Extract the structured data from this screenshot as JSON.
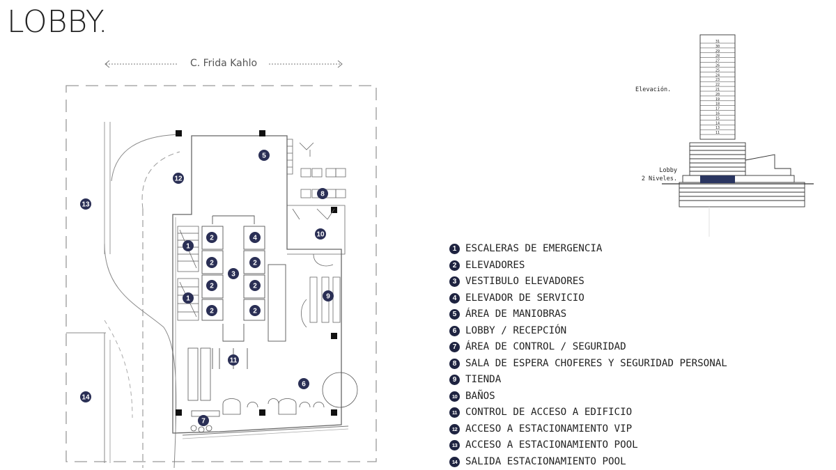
{
  "title": "LOBBY.",
  "street": {
    "label": "C. Frida Kahlo"
  },
  "elevation": {
    "label": "Elevación.",
    "lobby_line1": "Lobby",
    "lobby_line2": "2 Niveles.",
    "floors": [
      "31",
      "30",
      "29",
      "28",
      "27",
      "26",
      "25",
      "24",
      "23",
      "22",
      "21",
      "20",
      "19",
      "18",
      "17",
      "16",
      "15",
      "14",
      "13",
      "11"
    ]
  },
  "plan_markers": [
    {
      "num": "1"
    },
    {
      "num": "1"
    },
    {
      "num": "2"
    },
    {
      "num": "2"
    },
    {
      "num": "2"
    },
    {
      "num": "2"
    },
    {
      "num": "2"
    },
    {
      "num": "2"
    },
    {
      "num": "2"
    },
    {
      "num": "3"
    },
    {
      "num": "4"
    },
    {
      "num": "5"
    },
    {
      "num": "6"
    },
    {
      "num": "7"
    },
    {
      "num": "8"
    },
    {
      "num": "9"
    },
    {
      "num": "10"
    },
    {
      "num": "11"
    },
    {
      "num": "12"
    },
    {
      "num": "13"
    },
    {
      "num": "14"
    }
  ],
  "legend": [
    {
      "num": "1",
      "text": "ESCALERAS DE EMERGENCIA"
    },
    {
      "num": "2",
      "text": "ELEVADORES"
    },
    {
      "num": "3",
      "text": "VESTIBULO ELEVADORES"
    },
    {
      "num": "4",
      "text": "ELEVADOR DE SERVICIO"
    },
    {
      "num": "5",
      "text": "ÁREA DE MANIOBRAS"
    },
    {
      "num": "6",
      "text": "LOBBY / RECEPCIÓN"
    },
    {
      "num": "7",
      "text": "ÁREA DE CONTROL / SEGURIDAD"
    },
    {
      "num": "8",
      "text": "SALA DE ESPERA CHOFERES Y SEGURIDAD PERSONAL"
    },
    {
      "num": "9",
      "text": "TIENDA"
    },
    {
      "num": "10",
      "text": "BAÑOS"
    },
    {
      "num": "11",
      "text": "CONTROL DE ACCESO A EDIFICIO"
    },
    {
      "num": "12",
      "text": "ACCESO A ESTACIONAMIENTO VIP"
    },
    {
      "num": "13",
      "text": "ACCESO A ESTACIONAMIENTO POOL"
    },
    {
      "num": "14",
      "text": "SALIDA ESTACIONAMIENTO POOL"
    }
  ],
  "colors": {
    "marker": "#2a2f55",
    "lobby_band": "#2a3560",
    "line": "#555555"
  }
}
